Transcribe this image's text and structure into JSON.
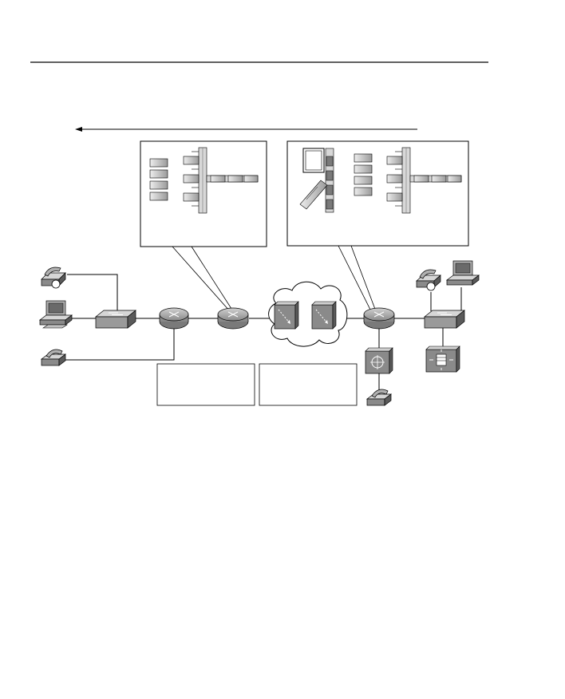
{
  "header": {
    "rule": true
  },
  "diagram": {
    "direction_arrow": "left",
    "colors": {
      "device_fill": "#9a9a9a",
      "device_dark": "#5a5a5a",
      "device_light": "#d6d6d6",
      "line": "#000000",
      "callout_border": "#000000"
    },
    "devices": [
      {
        "id": "ip-phone-top-left",
        "icon": "ip-phone-icon"
      },
      {
        "id": "pc-left",
        "icon": "pc-icon"
      },
      {
        "id": "phone-bottom-left",
        "icon": "analog-phone-icon"
      },
      {
        "id": "switch-left",
        "icon": "switch-icon"
      },
      {
        "id": "router-1",
        "icon": "router-icon"
      },
      {
        "id": "router-2",
        "icon": "router-icon"
      },
      {
        "id": "wan-cloud",
        "icon": "cloud-icon"
      },
      {
        "id": "wan-switch-a",
        "icon": "atm-switch-icon"
      },
      {
        "id": "wan-switch-b",
        "icon": "atm-switch-icon"
      },
      {
        "id": "router-3",
        "icon": "router-icon"
      },
      {
        "id": "ip-phone-right",
        "icon": "ip-phone-icon"
      },
      {
        "id": "pc-right",
        "icon": "pc-icon"
      },
      {
        "id": "switch-right",
        "icon": "switch-icon"
      },
      {
        "id": "call-manager",
        "icon": "call-manager-icon"
      },
      {
        "id": "pbx",
        "icon": "pbx-icon"
      },
      {
        "id": "phone-bottom-right",
        "icon": "analog-phone-icon"
      }
    ],
    "callouts": [
      {
        "id": "queue-callout-left",
        "content": "queue-diagram"
      },
      {
        "id": "queue-callout-right",
        "content": "queue-diagram-with-policer"
      }
    ],
    "empty_boxes": [
      {
        "id": "label-box-left"
      },
      {
        "id": "label-box-right"
      }
    ]
  }
}
